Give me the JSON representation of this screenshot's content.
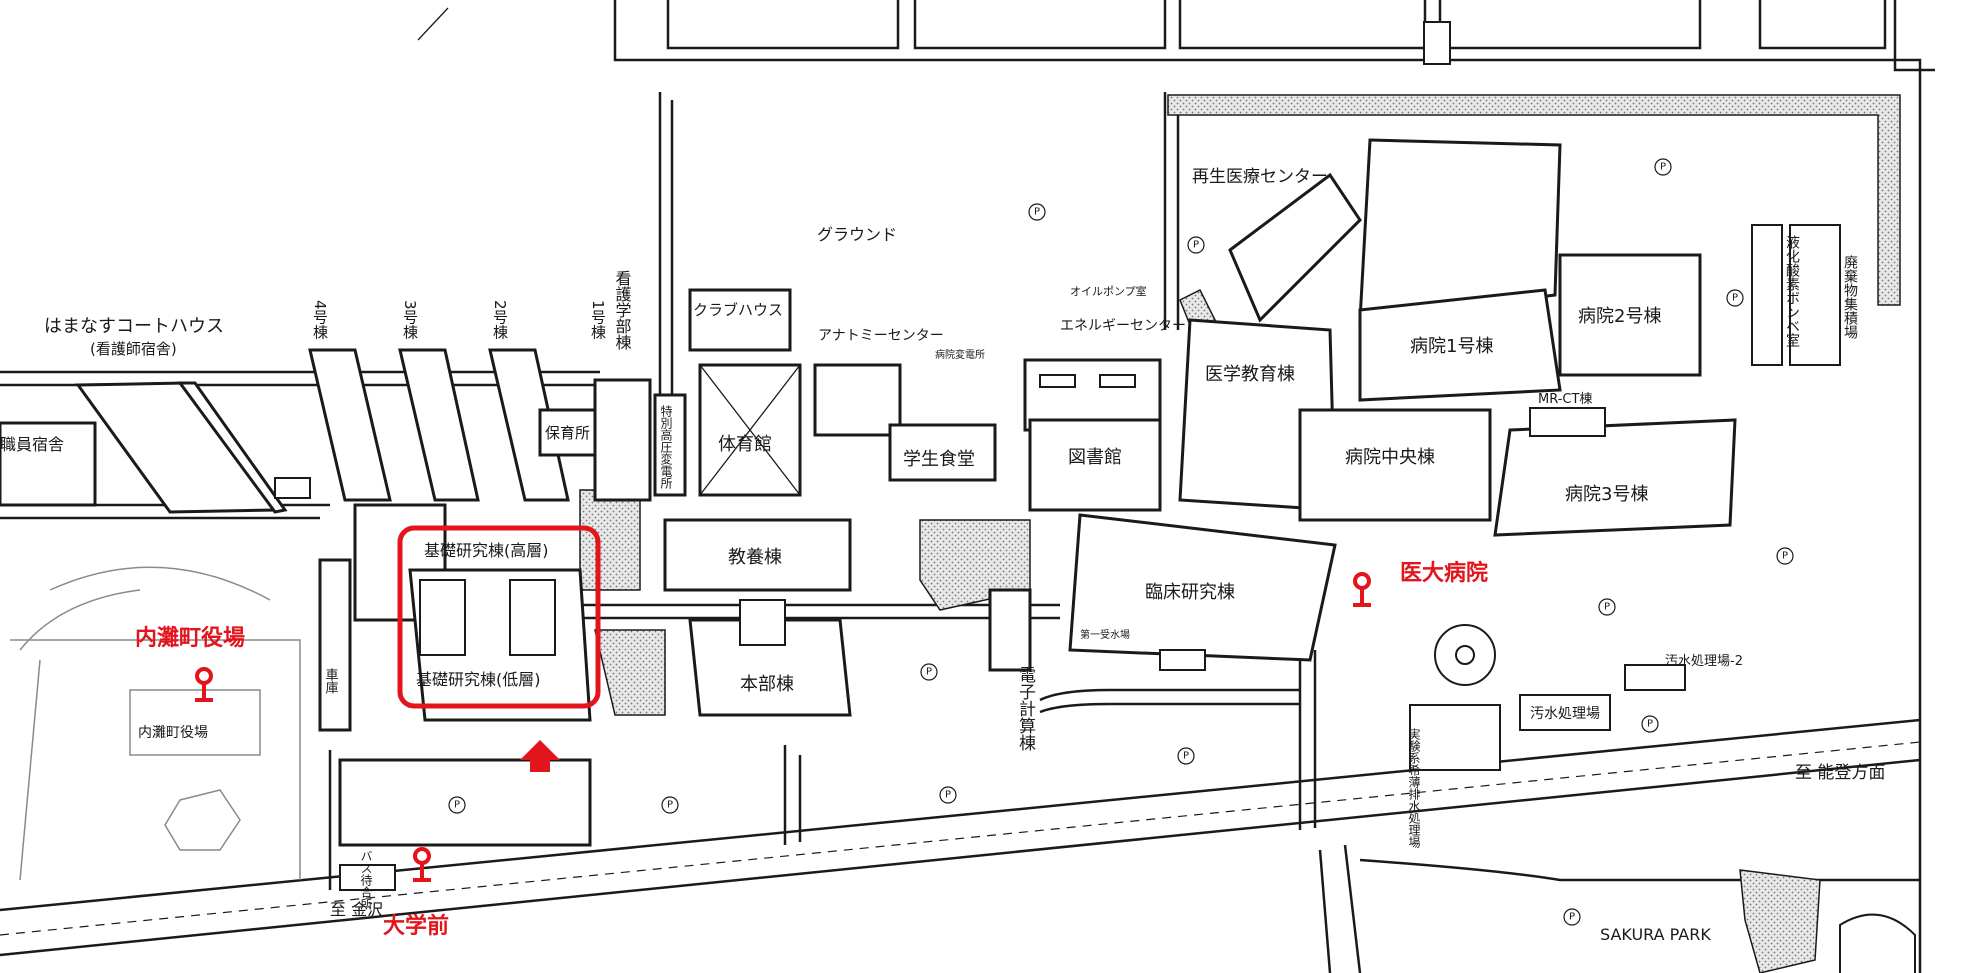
{
  "labels": {
    "hamanasu": "はまなすコートハウス",
    "hamanasu_sub": "(看護師宿舎)",
    "staff_dorm": "職員宿舎",
    "b4": "4号棟",
    "b3": "3号棟",
    "b2": "2号棟",
    "b1": "1号棟",
    "nursing": "看護学部棟",
    "nursery": "保育所",
    "substation_hv": "特別高圧変電所",
    "club_house": "クラブハウス",
    "ground": "グラウンド",
    "anatomy": "アナトミーセンター",
    "gym": "体育館",
    "hospital_substation": "病院変電所",
    "oil_pump": "オイルポンプ室",
    "energy": "エネルギーセンター",
    "regen": "再生医療センター",
    "med_edu": "医学教育棟",
    "hospital1": "病院1号棟",
    "hospital2": "病院2号棟",
    "liquid_oxygen": "液化酸素ボンベ室",
    "waste": "廃棄物集積場",
    "mr_ct": "MR-CT棟",
    "student_cafeteria": "学生食堂",
    "library": "図書館",
    "hospital_central": "病院中央棟",
    "hospital3": "病院3号棟",
    "basic_high": "基礎研究棟(高層)",
    "basic_low": "基礎研究棟(低層)",
    "liberal_arts": "教養棟",
    "clinical": "臨床研究棟",
    "water1": "第一受水場",
    "main_bldg": "本部棟",
    "computer": "電子計算棟",
    "garage": "車庫",
    "town_hall_bldg": "内灘町役場",
    "sewage2": "汚水処理場-2",
    "sewage": "汚水処理場",
    "lab_waste": "実験系希薄排水処理場",
    "bus_stop": "バス待合所",
    "to_kanazawa": "至 金沢",
    "to_noto": "至 能登方面",
    "sakura_park": "SAKURA PARK",
    "parking": "P"
  },
  "markers": {
    "town_hall": "内灘町役場",
    "hospital": "医大病院",
    "univ_mae": "大学前"
  },
  "colors": {
    "accent": "#e3141b",
    "ink": "#1a1a1a"
  },
  "icons": {
    "marker": "bus-stop-pin-icon",
    "arrow": "entrance-arrow-icon",
    "parking": "parking-icon",
    "north": "north-arrow-icon"
  }
}
